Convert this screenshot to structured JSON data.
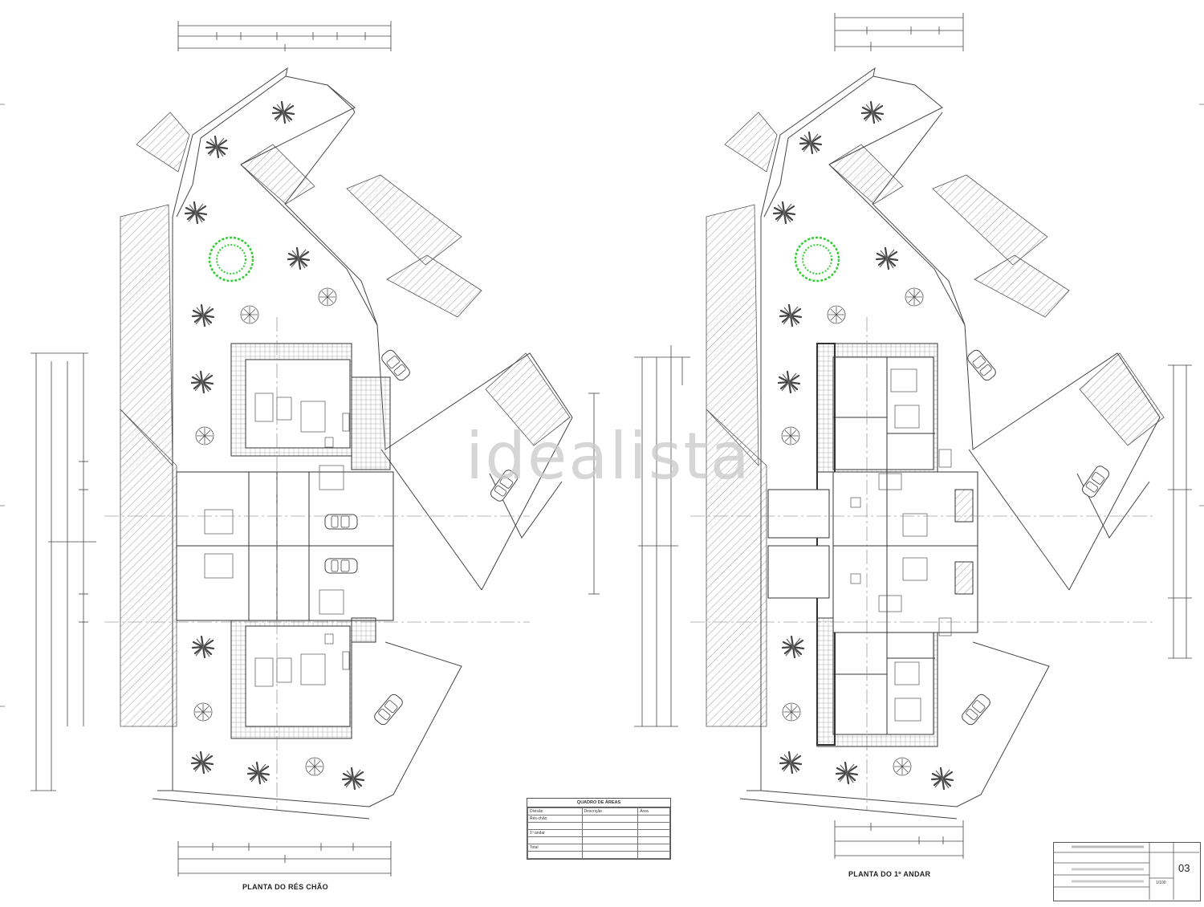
{
  "watermark": "idealista",
  "plans": [
    {
      "title": "PLANTA DO RÉS CHÃO"
    },
    {
      "title": "PLANTA DO 1º ANDAR"
    }
  ],
  "areas_table": {
    "title": "QUADRO DE ÁREAS",
    "columns": [
      "Divisão",
      "Descrição",
      "Área"
    ],
    "rows": [
      [
        "Rés-chão",
        "",
        ""
      ],
      [
        "",
        "",
        ""
      ],
      [
        "1º andar",
        "",
        ""
      ],
      [
        "",
        "",
        ""
      ],
      [
        "Total",
        "",
        ""
      ],
      [
        "",
        "",
        ""
      ]
    ]
  },
  "title_block": {
    "sheet_number": "03",
    "scale": "1/100"
  },
  "colors": {
    "line": "#4a4a4a",
    "tree_highlight": "#33cc33",
    "watermark": "#c9c9c9"
  }
}
